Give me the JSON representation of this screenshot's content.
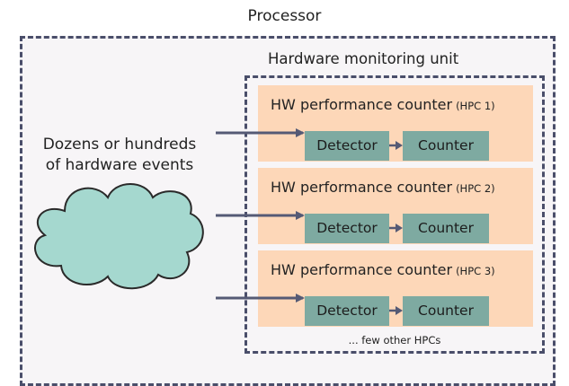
{
  "processor": {
    "label": "Processor"
  },
  "monitoring_unit": {
    "label": "Hardware monitoring unit"
  },
  "events": {
    "line1": "Dozens or hundreds",
    "line2": "of hardware events"
  },
  "hpcs": [
    {
      "title": "HW performance counter",
      "tag": "(HPC 1)",
      "detector": "Detector",
      "counter": "Counter"
    },
    {
      "title": "HW performance counter",
      "tag": "(HPC 2)",
      "detector": "Detector",
      "counter": "Counter"
    },
    {
      "title": "HW performance counter",
      "tag": "(HPC 3)",
      "detector": "Detector",
      "counter": "Counter"
    }
  ],
  "more": {
    "label": "... few other HPCs"
  },
  "colors": {
    "dashed_border": "#4a4e6a",
    "hpc_fill": "#fdd7b8",
    "block_fill": "#7eaaa1",
    "cloud_fill": "#a5d8cf",
    "arrow": "#555a75"
  }
}
